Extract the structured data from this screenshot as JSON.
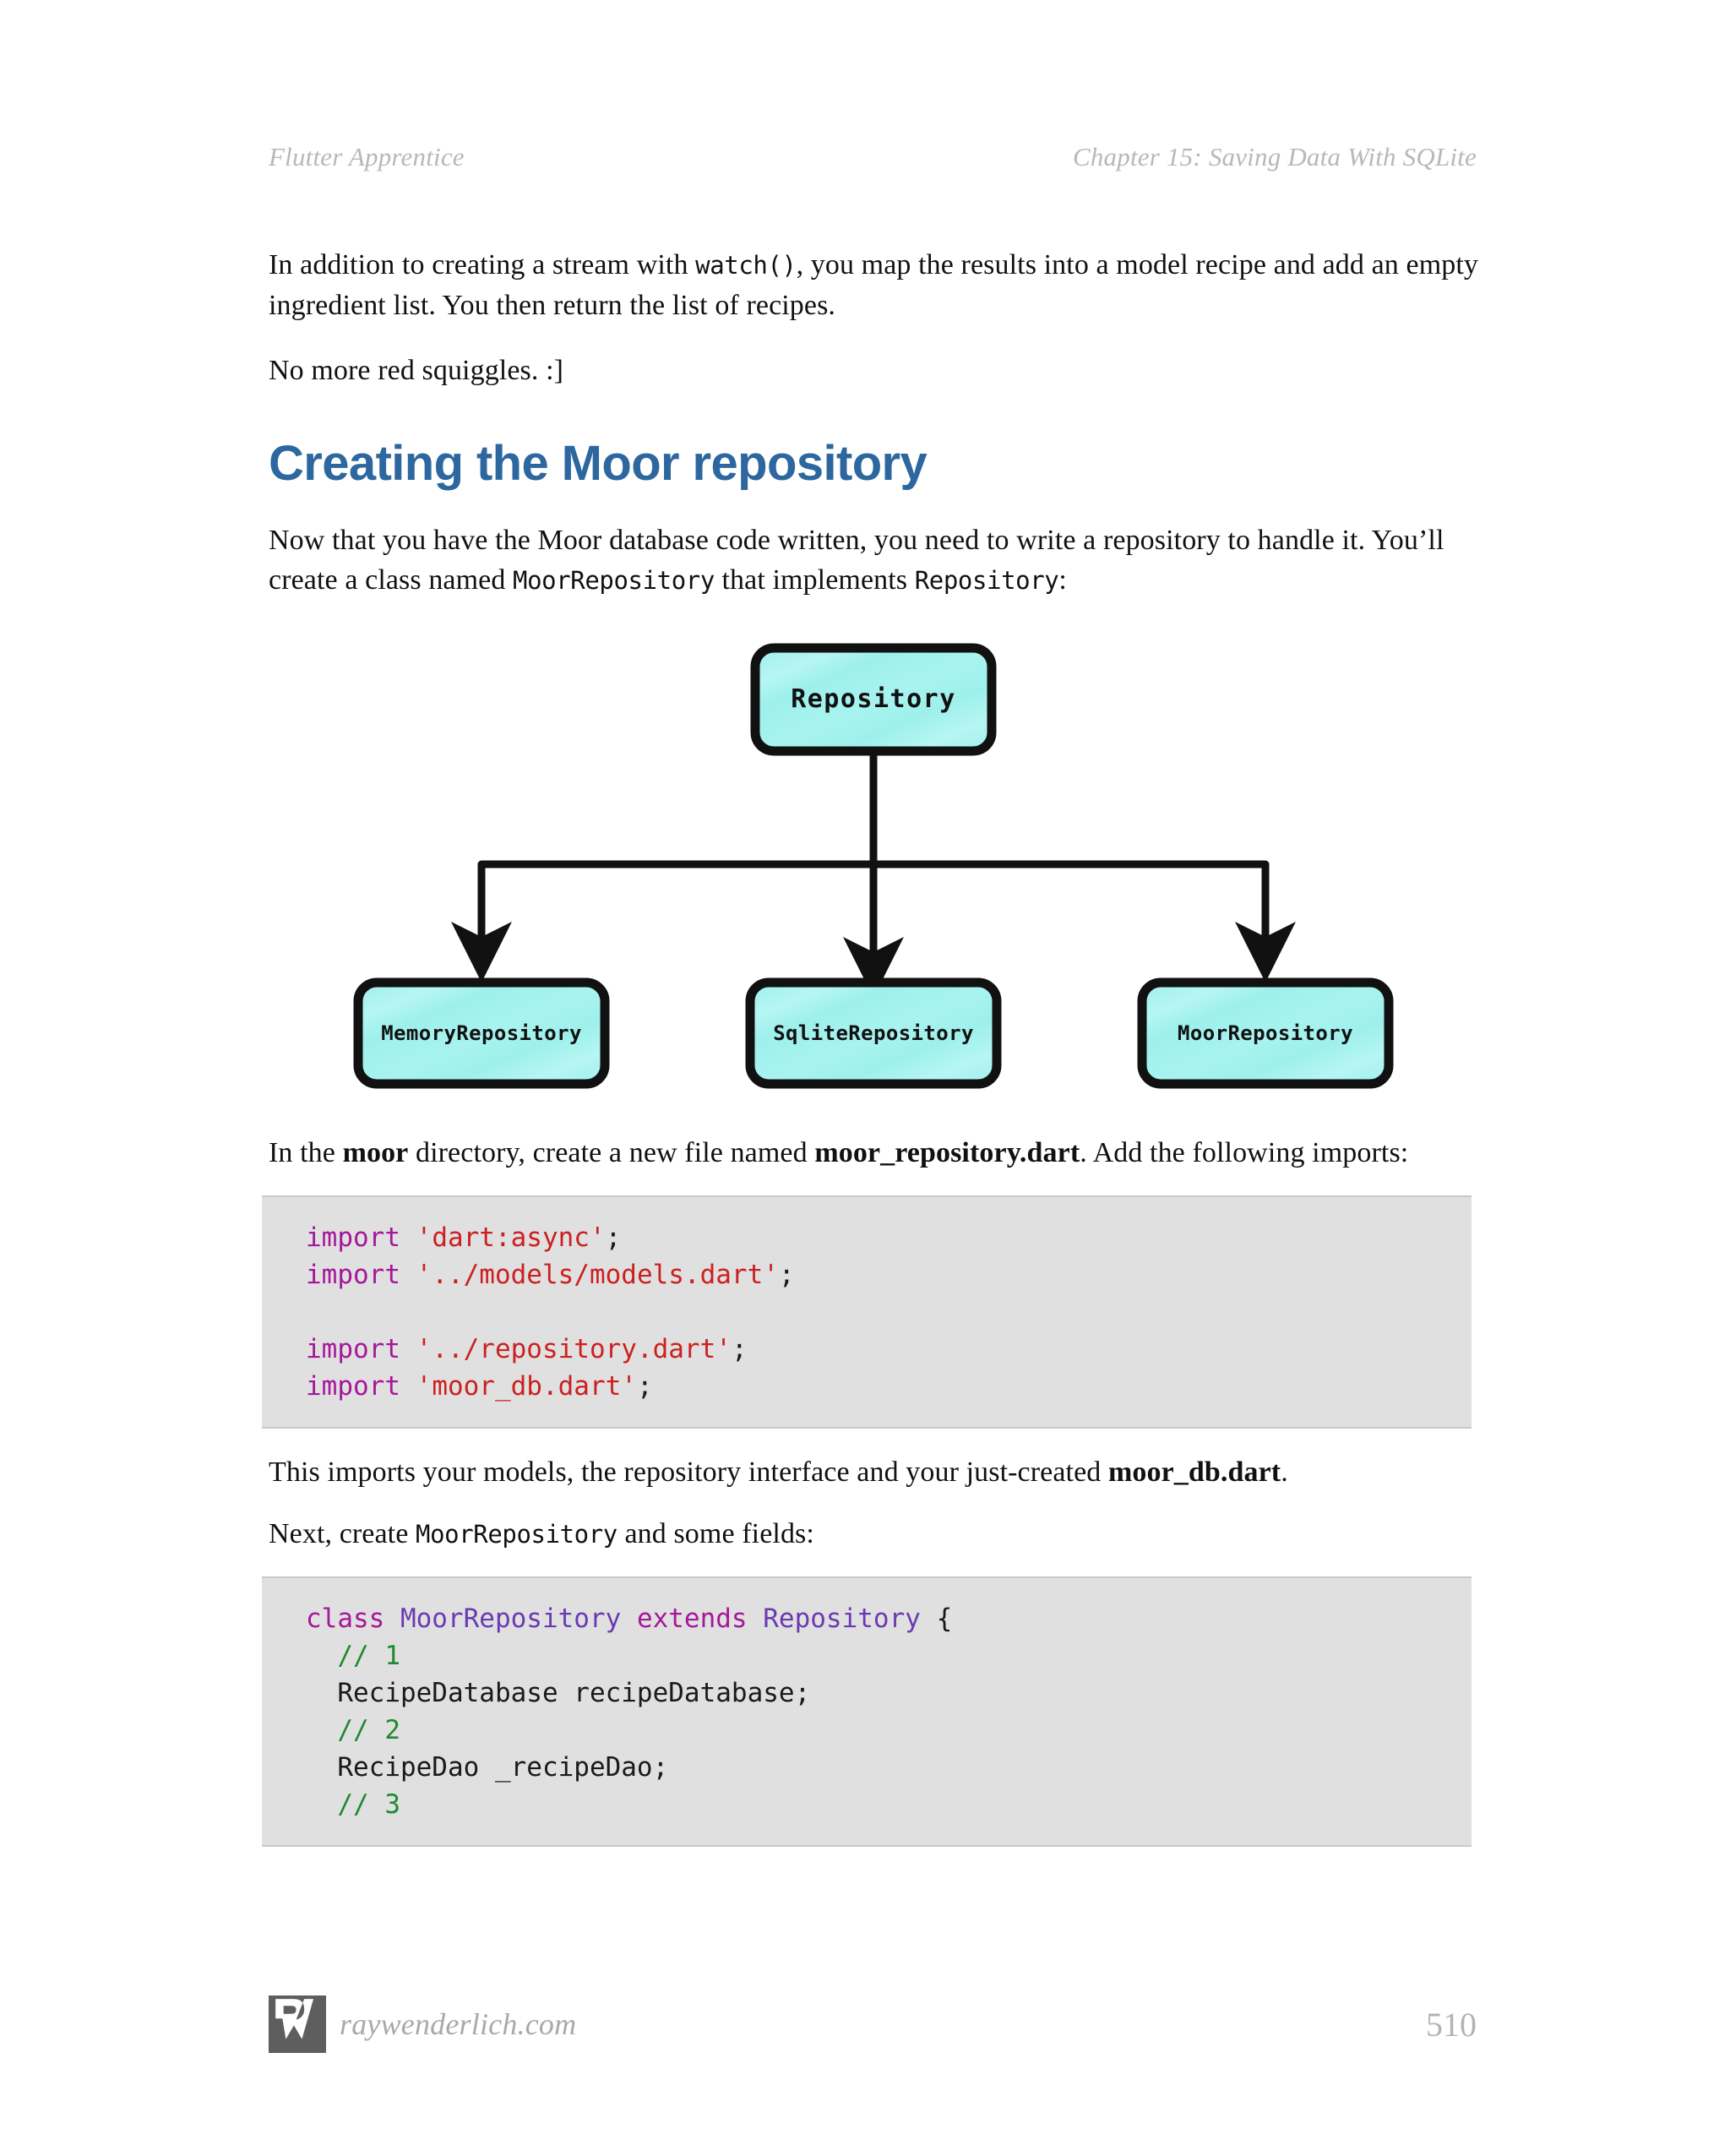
{
  "running_head": {
    "left": "Flutter Apprentice",
    "right": "Chapter 15: Saving Data With SQLite"
  },
  "body": {
    "para1_part1": "In addition to creating a stream with ",
    "para1_code": "watch()",
    "para1_part2": ", you map the results into a model recipe and add an empty ingredient list. You then return the list of recipes.",
    "para2": "No more red squiggles. :]",
    "heading": "Creating the Moor repository",
    "para3_part1": "Now that you have the Moor database code written, you need to write a repository to handle it. You’ll create a class named ",
    "para3_code1": "MoorRepository",
    "para3_part2": " that implements ",
    "para3_code2": "Repository",
    "para3_part3": ":",
    "para4_part1": "In the ",
    "para4_bold1": "moor",
    "para4_part2": " directory, create a new file named ",
    "para4_bold2": "moor_repository.dart",
    "para4_part3": ". Add the following imports:",
    "para5_part1": "This imports your models, the repository interface and your just-created ",
    "para5_bold1": "moor_db.dart",
    "para5_part2": ".",
    "para6_part1": "Next, create ",
    "para6_code": "MoorRepository",
    "para6_part2": " and some fields:"
  },
  "diagram": {
    "root_label": "Repository",
    "children": [
      {
        "label": "MemoryRepository"
      },
      {
        "label": "SqliteRepository"
      },
      {
        "label": "MoorRepository"
      }
    ],
    "box_fill": "#9ef0ec",
    "box_stroke": "#111111",
    "arrow_color": "#111111"
  },
  "code_blocks": {
    "imports": [
      {
        "tokens": [
          {
            "t": "import ",
            "c": "kw"
          },
          {
            "t": "'dart:async'",
            "c": "str"
          },
          {
            "t": ";",
            "c": "pun"
          }
        ]
      },
      {
        "tokens": [
          {
            "t": "import ",
            "c": "kw"
          },
          {
            "t": "'../models/models.dart'",
            "c": "str"
          },
          {
            "t": ";",
            "c": "pun"
          }
        ]
      },
      {
        "tokens": []
      },
      {
        "tokens": [
          {
            "t": "import ",
            "c": "kw"
          },
          {
            "t": "'../repository.dart'",
            "c": "str"
          },
          {
            "t": ";",
            "c": "pun"
          }
        ]
      },
      {
        "tokens": [
          {
            "t": "import ",
            "c": "kw"
          },
          {
            "t": "'moor_db.dart'",
            "c": "str"
          },
          {
            "t": ";",
            "c": "pun"
          }
        ]
      }
    ],
    "class_decl": [
      {
        "tokens": [
          {
            "t": "class ",
            "c": "kw"
          },
          {
            "t": "MoorRepository",
            "c": "typ"
          },
          {
            "t": " extends ",
            "c": "kw"
          },
          {
            "t": "Repository",
            "c": "typ"
          },
          {
            "t": " {",
            "c": "pun"
          }
        ]
      },
      {
        "tokens": [
          {
            "t": "  // 1",
            "c": "cmt"
          }
        ]
      },
      {
        "tokens": [
          {
            "t": "  RecipeDatabase recipeDatabase;",
            "c": "pun"
          }
        ]
      },
      {
        "tokens": [
          {
            "t": "  // 2",
            "c": "cmt"
          }
        ]
      },
      {
        "tokens": [
          {
            "t": "  RecipeDao _recipeDao;",
            "c": "pun"
          }
        ]
      },
      {
        "tokens": [
          {
            "t": "  // 3",
            "c": "cmt"
          }
        ]
      }
    ]
  },
  "footer": {
    "brand": "raywenderlich.com",
    "page_number": "510"
  }
}
